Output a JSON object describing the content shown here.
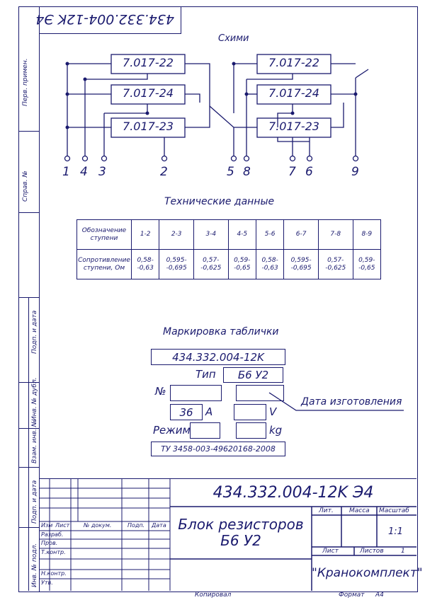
{
  "top_stamp": "434.332.004-12K Э4",
  "schemes_title": "Схими",
  "schematic": {
    "left_blocks": [
      "7.017-22",
      "7.017-24",
      "7.017-23"
    ],
    "right_blocks": [
      "7.017-22",
      "7.017-24",
      "7.017-23"
    ],
    "terminals": [
      "1",
      "4",
      "3",
      "2",
      "5",
      "8",
      "7",
      "6",
      "9"
    ]
  },
  "tech_title": "Технические данные",
  "tech_table": {
    "row1_header": [
      "Обозначение",
      "ступени"
    ],
    "row2_header": [
      "Сопротивление",
      "ступени, Ом"
    ],
    "columns": [
      "1-2",
      "2-3",
      "3-4",
      "4-5",
      "5-6",
      "6-7",
      "7-8",
      "8-9"
    ],
    "values": [
      [
        "0,58-",
        "-0,63"
      ],
      [
        "0,595-",
        "-0,695"
      ],
      [
        "0,57-",
        "-0,625"
      ],
      [
        "0,59-",
        "-0,65"
      ],
      [
        "0,58-",
        "-0,63"
      ],
      [
        "0,595-",
        "-0,695"
      ],
      [
        "0,57-",
        "-0,625"
      ],
      [
        "0,59-",
        "-0,65"
      ]
    ]
  },
  "plate": {
    "title": "Маркировка таблички",
    "code": "434.332.004-12K",
    "type_label": "Тип",
    "type_value": "Б6 У2",
    "number_label": "№",
    "date_label": "Дата изготовления",
    "current_value": "36",
    "current_unit": "A",
    "voltage_unit": "V",
    "mode_label": "Режим",
    "weight_unit": "kg",
    "tu": "ТУ 3458-003-49620168-2008"
  },
  "side_labels": [
    "Перв. примен.",
    "Справ. №",
    "Подп. и дата",
    "Инв. № дубл.",
    "Взам. инв. №",
    "Подп. и дата",
    "Инв. № подл."
  ],
  "title_block": {
    "doc_code": "434.332.004-12K Э4",
    "name_line1": "Блок резисторов",
    "name_line2": "Б6 У2",
    "col_headers": [
      "Изм",
      "Лист",
      "№ докум.",
      "Подп.",
      "Дата"
    ],
    "roles": [
      "Разраб.",
      "Пров.",
      "Т.контр.",
      "",
      "Н.контр.",
      "Утв."
    ],
    "lit_label": "Лит.",
    "mass_label": "Масса",
    "scale_label": "Масштаб",
    "scale_value": "1:1",
    "sheet_label": "Лист",
    "sheets_label": "Листов",
    "sheets_value": "1",
    "company": "\"Кранокомплект\""
  },
  "footer": {
    "copied": "Копировал",
    "format": "Формат",
    "format_value": "A4"
  }
}
